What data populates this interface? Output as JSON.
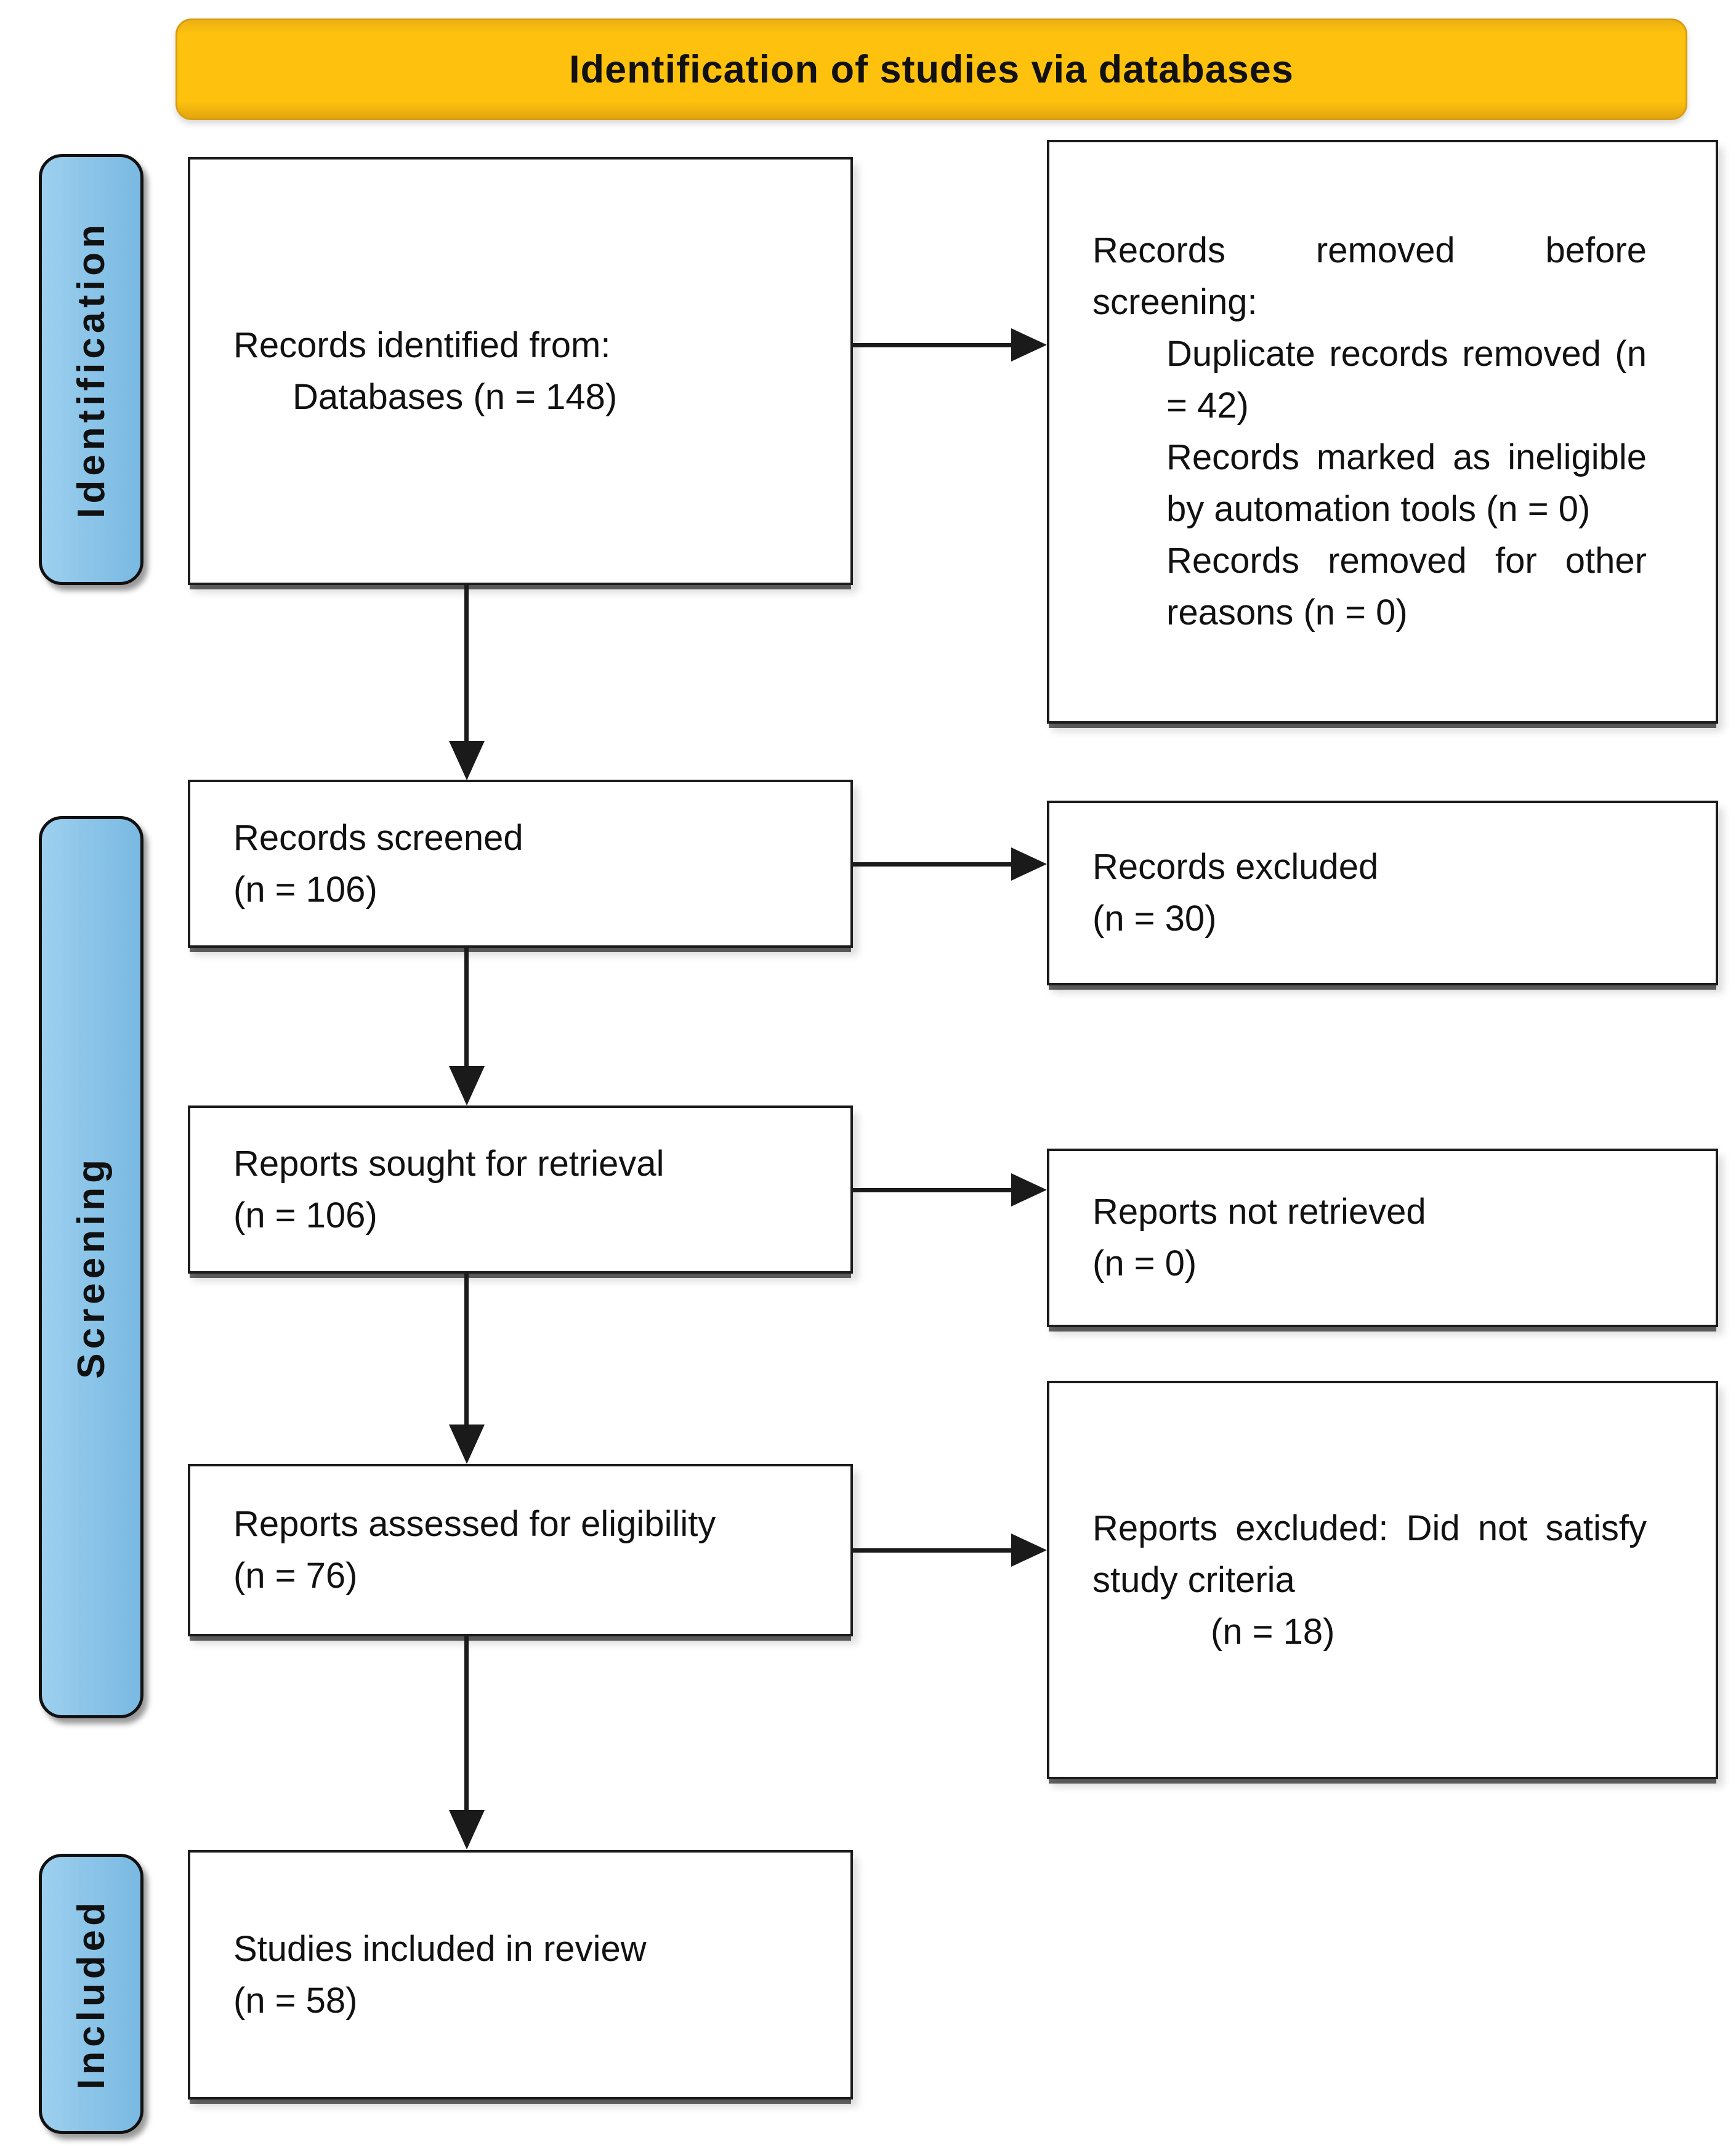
{
  "banner": {
    "label": "Identification of studies via databases",
    "bg_color": "#FEC20E"
  },
  "sidebar": {
    "bg_color": "#8CC5E9",
    "tabs": [
      {
        "label": "Identification"
      },
      {
        "label": "Screening"
      },
      {
        "label": "Included"
      }
    ]
  },
  "flow": {
    "left_boxes": [
      {
        "id": "records-identified",
        "lines": [
          "Records identified from:",
          "    Databases (n = 148)"
        ]
      },
      {
        "id": "records-screened",
        "lines": [
          "Records screened",
          "(n = 106)"
        ]
      },
      {
        "id": "reports-sought",
        "lines": [
          "Reports sought for retrieval",
          "(n = 106)"
        ]
      },
      {
        "id": "reports-assessed",
        "lines": [
          "Reports assessed for eligibility",
          "(n = 76)"
        ]
      },
      {
        "id": "studies-included",
        "lines": [
          "Studies included in review",
          "(n = 58)"
        ]
      }
    ],
    "right_boxes": [
      {
        "id": "records-removed-before-screening",
        "lines": [
          "Records removed before screening:",
          "     Duplicate records removed (n = 42)",
          "     Records marked as ineligible by automation tools (n = 0)",
          "     Records removed for other reasons (n = 0)"
        ]
      },
      {
        "id": "records-excluded",
        "lines": [
          "Records excluded",
          "(n = 30)"
        ]
      },
      {
        "id": "reports-not-retrieved",
        "lines": [
          "Reports not retrieved",
          "(n = 0)"
        ]
      },
      {
        "id": "reports-excluded",
        "lines": [
          "Reports excluded: Did not satisfy study criteria",
          "        (n = 18)"
        ]
      }
    ]
  }
}
